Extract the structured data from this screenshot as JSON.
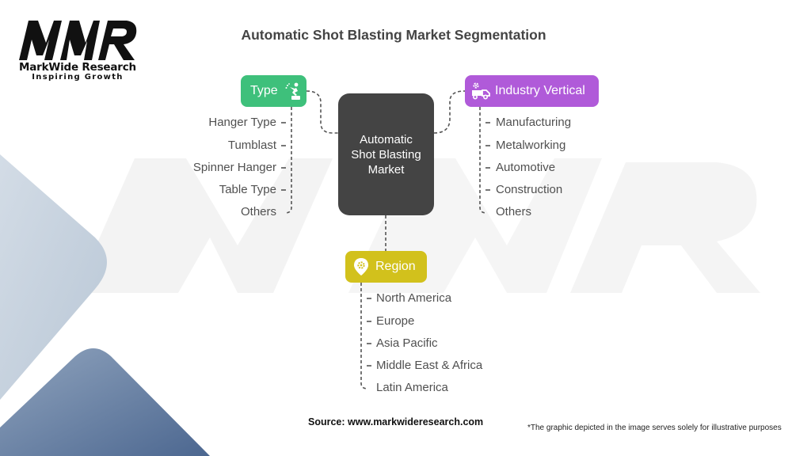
{
  "brand": {
    "logo_text": "MWR",
    "name": "MarkWide Research",
    "tagline": "Inspiring Growth",
    "watermark_text": "MWR"
  },
  "title": "Automatic Shot Blasting Market Segmentation",
  "center_node": {
    "label": "Automatic Shot Blasting Market"
  },
  "segments": [
    {
      "label": "Type",
      "icon": "worker-blasting-icon",
      "color": "#3ec07b",
      "items": [
        "Hanger Type",
        "Tumblast",
        "Spinner Hanger",
        "Table Type",
        "Others"
      ]
    },
    {
      "label": "Industry Vertical",
      "icon": "gear-truck-icon",
      "color": "#b05ad9",
      "items": [
        "Manufacturing",
        "Metalworking",
        "Automotive",
        "Construction",
        "Others"
      ]
    },
    {
      "label": "Region",
      "icon": "location-gear-icon",
      "color": "#d2c11c",
      "items": [
        "North America",
        "Europe",
        "Asia Pacific",
        "Middle East & Africa",
        "Latin America"
      ]
    }
  ],
  "colors": {
    "center": "#444444",
    "text": "#505050",
    "connector": "#555555",
    "deco_light": "#c3cfdc",
    "deco_dark": "#5a7498"
  },
  "footer": {
    "source": "Source: www.markwideresearch.com",
    "note": "*The graphic depicted in the image serves solely for illustrative purposes"
  }
}
